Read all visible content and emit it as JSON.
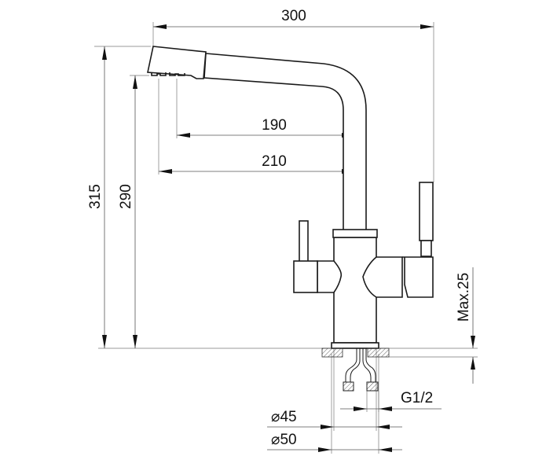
{
  "title": "Kitchen faucet dimension drawing",
  "dimensions": {
    "overall_width": "300",
    "reach_inner": "190",
    "reach_outer": "210",
    "total_height": "315",
    "spout_height": "290",
    "max_counter_thickness": "Max.25",
    "thread": "G1/2",
    "diameter_body": "⌀45",
    "diameter_base": "⌀50"
  },
  "colors": {
    "line": "#1a1a1a",
    "background": "#ffffff"
  }
}
